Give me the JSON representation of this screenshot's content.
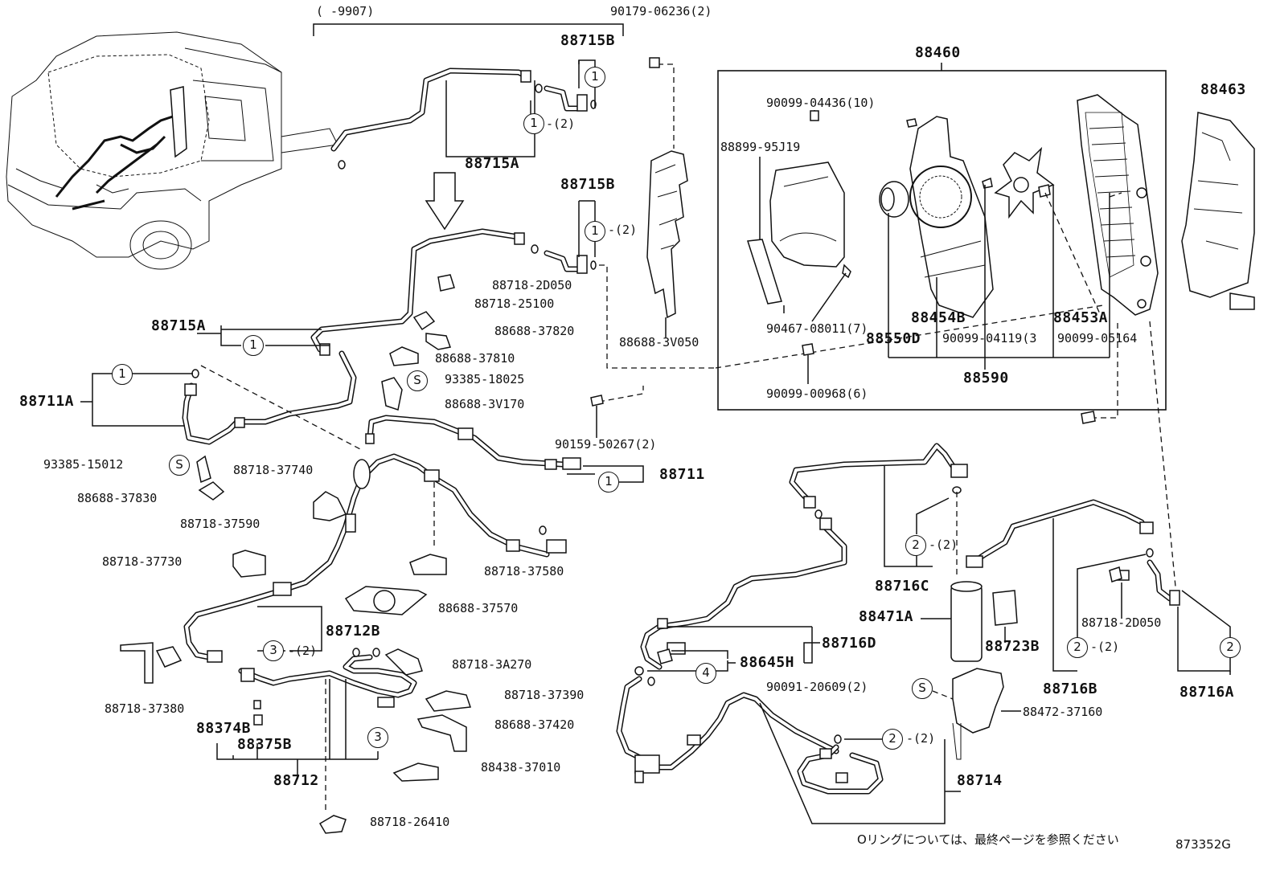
{
  "diagram": {
    "labels": {
      "range_note": "(    -9907)",
      "p90179": "90179-06236(2)",
      "p88715B_top": "88715B",
      "p88715A_top": "88715A",
      "p88715B_mid": "88715B",
      "p88460": "88460",
      "p90099_04436": "90099-04436(10)",
      "p88899": "88899-95J19",
      "p88463": "88463",
      "p90467": "90467-08011(7)",
      "p88454B": "88454B",
      "p88453A": "88453A",
      "p88550D": "88550D",
      "p90099_04119": "90099-04119(3",
      "p90099_05164": "90099-05164",
      "p88590": "88590",
      "p90099_00968": "90099-00968(6)",
      "p88718_2D050_a": "88718-2D050",
      "p88718_25100": "88718-25100",
      "p88688_37820": "88688-37820",
      "p88688_37810": "88688-37810",
      "p93385_18025": "93385-18025",
      "p88688_3V170": "88688-3V170",
      "p88688_3V050": "88688-3V050",
      "p88715A_mid": "88715A",
      "p88711A": "88711A",
      "p90159": "90159-50267(2)",
      "p88711": "88711",
      "p93385_15012": "93385-15012",
      "p88718_37740": "88718-37740",
      "p88688_37830": "88688-37830",
      "p88718_37590": "88718-37590",
      "p88718_37730": "88718-37730",
      "p88718_37580": "88718-37580",
      "p88688_37570": "88688-37570",
      "p88712B": "88712B",
      "p88718_3A270": "88718-3A270",
      "p88718_37390": "88718-37390",
      "p88718_37380": "88718-37380",
      "p88374B": "88374B",
      "p88375B": "88375B",
      "p88688_37420": "88688-37420",
      "p88438_37010": "88438-37010",
      "p88712": "88712",
      "p88718_26410": "88718-26410",
      "p88716C": "88716C",
      "p88471A": "88471A",
      "p88723B": "88723B",
      "p88716D": "88716D",
      "p88645H": "88645H",
      "p90091": "90091-20609(2)",
      "p88472": "88472-37160",
      "p88714": "88714",
      "p88718_2D050_b": "88718-2D050",
      "p88716B": "88716B",
      "p88716A": "88716A",
      "qty2": "-(2)",
      "note_jp": "Oリングについては、最終ページを参照ください",
      "figure_code": "873352G"
    },
    "callouts": {
      "c1": "1",
      "c2": "2",
      "c3": "3",
      "c4": "4",
      "cS": "S"
    }
  }
}
